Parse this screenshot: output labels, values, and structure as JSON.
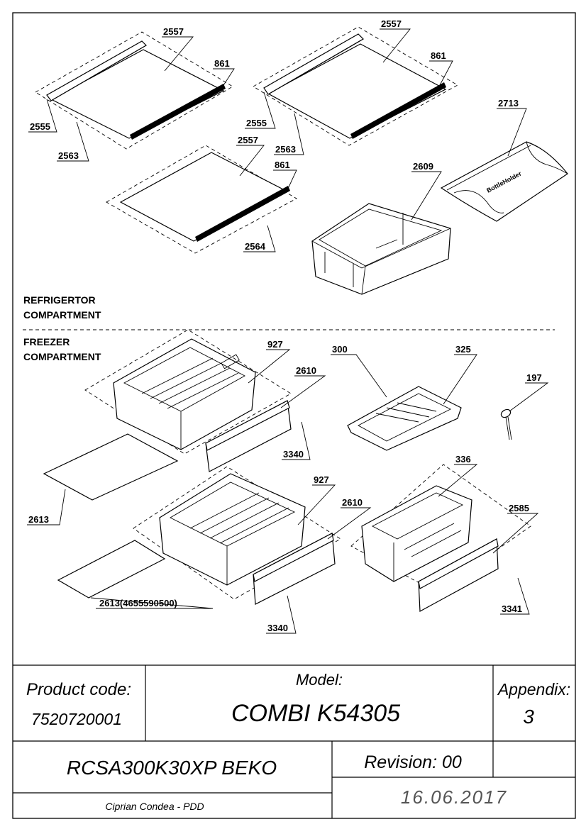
{
  "labels": {
    "l2557a": "2557",
    "l861a": "861",
    "l2555a": "2555",
    "l2563a": "2563",
    "l2557b": "2557",
    "l861b": "861",
    "l2555b": "2555",
    "l2563b": "2563",
    "l2713": "2713",
    "l2557c": "2557",
    "l861c": "861",
    "l2609": "2609",
    "l2564": "2564",
    "l927a": "927",
    "l2610a": "2610",
    "l300": "300",
    "l325": "325",
    "l197": "197",
    "l3340a": "3340",
    "l927b": "927",
    "l336": "336",
    "l2613a": "2613",
    "l2610b": "2610",
    "l2585": "2585",
    "l2613b": "2613(4655590500)",
    "l3341": "3341",
    "l3340b": "3340",
    "bottle_holder_text": "BottleHolder"
  },
  "sections": {
    "fridge_line1": "REFRIGERTOR",
    "fridge_line2": "COMPARTMENT",
    "freezer_line1": "FREEZER",
    "freezer_line2": "COMPARTMENT"
  },
  "title_block": {
    "product_code_label": "Product code:",
    "product_code": "7520720001",
    "model_label": "Model:",
    "model": "COMBI K54305",
    "appendix_label": "Appendix:",
    "appendix": "3",
    "variant": "RCSA300K30XP BEKO",
    "revision": "Revision: 00",
    "author": "Ciprian Condea - PDD",
    "date": "16.06.2017"
  }
}
